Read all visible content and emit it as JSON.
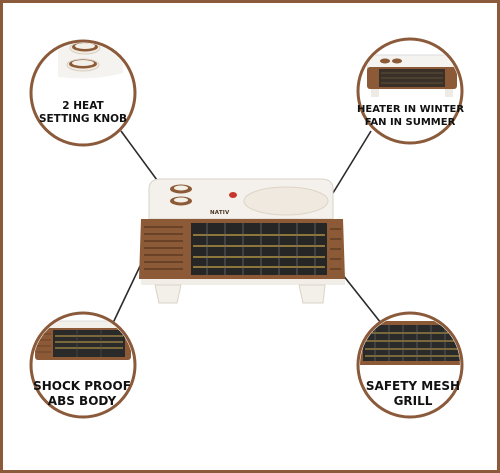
{
  "callouts": {
    "knob": {
      "line1": "2 HEAT",
      "line2": "SETTING KNOB"
    },
    "mode": {
      "line1": "HEATER IN WINTER",
      "line2": "FAN IN SUMMER"
    },
    "body": {
      "line1": "SHOCK PROOF",
      "line2": "ABS BODY"
    },
    "grill": {
      "line1": "SAFETY MESH",
      "line2": "GRILL"
    }
  },
  "product": {
    "brand": "NATIV"
  },
  "colors": {
    "frame": "#8a5a3a",
    "ring": "#8a5a3a",
    "body_white": "#f4f1ec",
    "panel_brown": "#8c5a36",
    "grill_dark": "#2a2a2a",
    "element_glow": "#c9a64a"
  },
  "icons": [
    "knob-closeup",
    "heater-mini",
    "abs-body-closeup",
    "mesh-grill-closeup"
  ]
}
